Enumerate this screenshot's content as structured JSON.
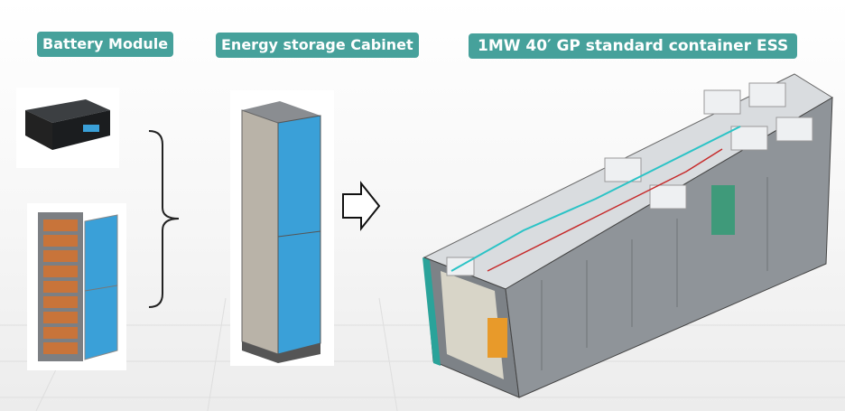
{
  "labels": {
    "battery_module": "Battery Module",
    "cabinet": "Energy storage Cabinet",
    "container": "1MW 40′  GP standard container ESS"
  },
  "colors": {
    "label_bg": "#46a19b",
    "cell_blue": "#3aa0d8",
    "frame_gray": "#6b6f73",
    "accent_orange": "#e89a2a"
  }
}
